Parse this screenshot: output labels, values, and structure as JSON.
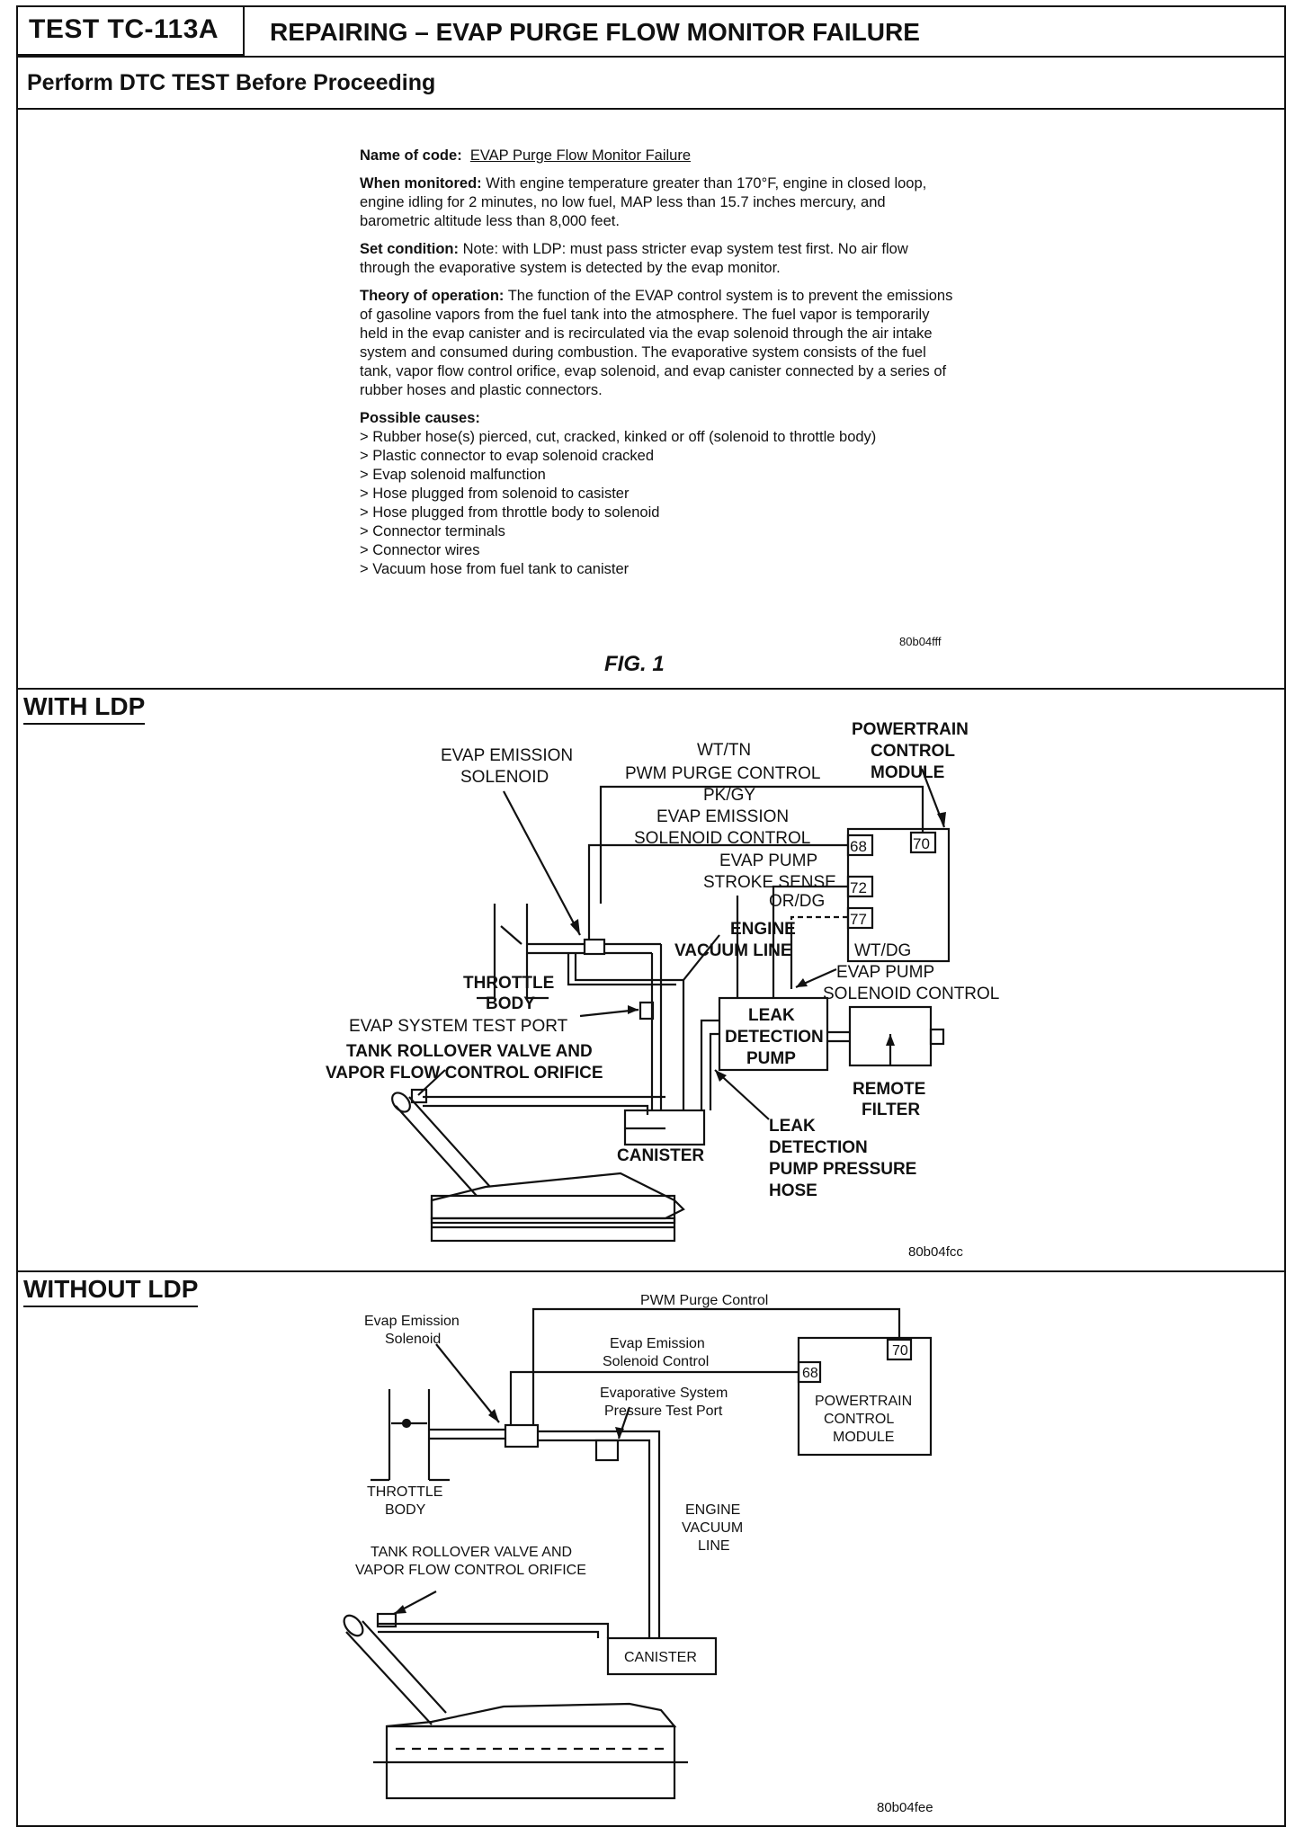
{
  "header": {
    "test_id": "TEST TC-113A",
    "title": "REPAIRING – EVAP PURGE FLOW MONITOR FAILURE",
    "subheader": "Perform DTC TEST Before Proceeding"
  },
  "description": {
    "name_label": "Name of code:",
    "name_value": "EVAP Purge Flow Monitor Failure",
    "monitored_label": "When monitored:",
    "monitored_text": "With engine temperature greater than 170°F, engine in closed loop, engine idling for 2 minutes, no low fuel, MAP less than 15.7 inches mercury, and barometric altitude less than 8,000 feet.",
    "set_label": "Set condition:",
    "set_text": "Note: with LDP: must pass stricter evap system test first. No air flow through the evaporative system is detected by the evap monitor.",
    "theory_label": "Theory of operation:",
    "theory_text": "The function of the EVAP control system is to prevent the emissions of gasoline vapors from the fuel tank into the atmosphere. The fuel vapor is temporarily held in the evap canister and is recirculated via the evap solenoid through the air intake system and consumed during combustion. The evaporative system consists of the fuel tank, vapor flow control orifice, evap solenoid, and evap canister connected by a series of rubber hoses and plastic connectors.",
    "causes_label": "Possible causes:",
    "causes": [
      "Rubber hose(s) pierced, cut, cracked, kinked or off (solenoid to throttle body)",
      "Plastic connector to evap solenoid cracked",
      "Evap solenoid malfunction",
      "Hose plugged from solenoid to casister",
      "Hose plugged from throttle body to solenoid",
      "Connector terminals",
      "Connector wires",
      "Vacuum hose from fuel tank to canister"
    ],
    "code": "80b04fff",
    "fig": "FIG. 1"
  },
  "with_ldp": {
    "title": "WITH LDP",
    "evap_emission_solenoid": [
      "EVAP EMISSION",
      "SOLENOID"
    ],
    "wt_tn": "WT/TN",
    "pwm_purge": "PWM PURGE CONTROL",
    "pcm": [
      "POWERTRAIN",
      "CONTROL",
      "MODULE"
    ],
    "pk_gy": "PK/GY",
    "evap_sol_ctrl": [
      "EVAP EMISSION",
      "SOLENOID CONTROL"
    ],
    "pin_68": "68",
    "pin_70": "70",
    "pin_72": "72",
    "pin_77": "77",
    "evap_pump_stroke": [
      "EVAP PUMP",
      "STROKE SENSE"
    ],
    "or_dg": "OR/DG",
    "engine_vac": [
      "ENGINE",
      "VACUUM LINE"
    ],
    "wt_dg": "WT/DG",
    "evap_pump_sol": [
      "EVAP PUMP",
      "SOLENOID CONTROL"
    ],
    "throttle_body": [
      "THROTTLE",
      "BODY"
    ],
    "test_port": "EVAP SYSTEM TEST PORT",
    "ldp": [
      "LEAK",
      "DETECTION",
      "PUMP"
    ],
    "tank_rollover": [
      "TANK ROLLOVER VALVE AND",
      "VAPOR FLOW CONTROL ORIFICE"
    ],
    "remote_filter": [
      "REMOTE",
      "FILTER"
    ],
    "canister": "CANISTER",
    "ldp_hose": [
      "LEAK",
      "DETECTION",
      "PUMP PRESSURE",
      "HOSE"
    ],
    "code": "80b04fcc"
  },
  "without_ldp": {
    "title": "WITHOUT LDP",
    "pwm_purge": "PWM Purge Control",
    "evap_emission_solenoid": [
      "Evap Emission",
      "Solenoid"
    ],
    "evap_sol_ctrl": [
      "Evap Emission",
      "Solenoid Control"
    ],
    "pin_70": "70",
    "pin_68": "68",
    "test_port": [
      "Evaporative System",
      "Pressure Test Port"
    ],
    "pcm": [
      "POWERTRAIN",
      "CONTROL",
      "MODULE"
    ],
    "throttle_body": [
      "THROTTLE",
      "BODY"
    ],
    "engine_vac": [
      "ENGINE",
      "VACUUM",
      "LINE"
    ],
    "tank_rollover": [
      "TANK ROLLOVER VALVE AND",
      "VAPOR FLOW CONTROL ORIFICE"
    ],
    "canister": "CANISTER",
    "code": "80b04fee"
  }
}
